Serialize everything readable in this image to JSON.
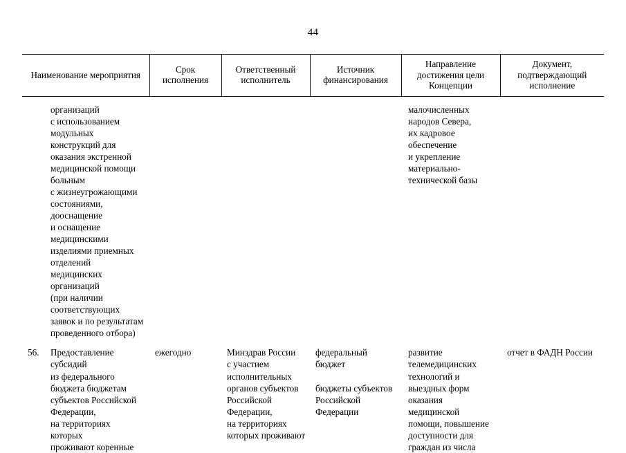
{
  "page": {
    "number": "44"
  },
  "table": {
    "headers": {
      "name": "Наименование мероприятия",
      "term": "Срок\nисполнения",
      "responsible": "Ответственный\nисполнитель",
      "financing": "Источник\nфинансирования",
      "direction": "Направление\nдостижения цели\nКонцепции",
      "document": "Документ,\nподтверждающий\nисполнение"
    },
    "rows": [
      {
        "row_kind": "continuation",
        "number": "",
        "name": "организаций\nс использованием\nмодульных\nконструкций для\nоказания экстренной\nмедицинской помощи\nбольным\nс жизнеугрожающими\nсостояниями,\nдооснащение\nи оснащение\nмедицинскими\nизделиями приемных\nотделений медицинских\nорганизаций\n(при наличии\nсоответствующих\nзаявок и по результатам\nпроведенного отбора)",
        "term": "",
        "responsible": "",
        "financing": "",
        "direction": "малочисленных\nнародов Севера,\nих кадровое\nобеспечение\nи укрепление\nматериально-\nтехнической базы",
        "document": ""
      },
      {
        "row_kind": "numbered",
        "number": "56.",
        "name": "Предоставление\nсубсидий\nиз федерального\nбюджета бюджетам\nсубъектов Российской\nФедерации,\nна территориях которых\nпроживают коренные",
        "term": "ежегодно",
        "responsible": "Минздрав России\nс участием\nисполнительных\nорганов субъектов\nРоссийской\nФедерации,\nна территориях\nкоторых проживают",
        "financing_first": "федеральный бюджет",
        "financing_second": "бюджеты субъектов\nРоссийской\nФедерации",
        "direction": "развитие\nтелемедицинских\nтехнологий и\nвыездных форм\nоказания медицинской\nпомощи, повышение\nдоступности для\nграждан из числа",
        "document": "отчет в ФАДН России"
      }
    ]
  }
}
